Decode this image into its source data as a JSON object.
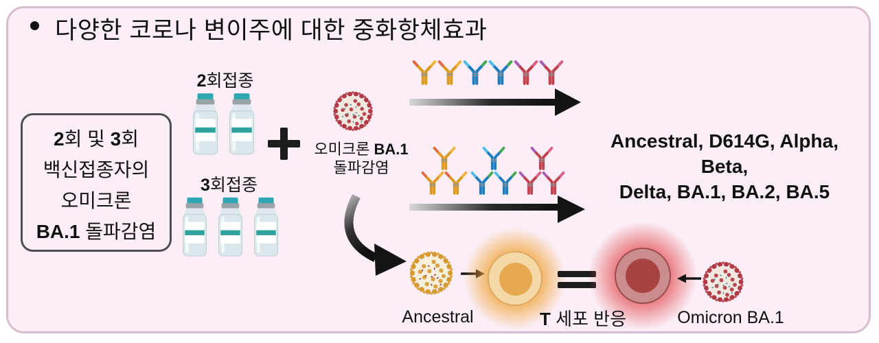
{
  "colors": {
    "page_bg": "#ffffff",
    "panel_bg": "#fbeef7",
    "panel_border": "#d9bcd0",
    "text": "#111111",
    "box_border": "#4d4d4d",
    "arrow": "#141414",
    "vial": {
      "cap": "#2fa7b3",
      "cap_band": "#9aa4a7",
      "body": "#dbe7ea",
      "body_edge": "#b9cdd3",
      "label": "#ffffff",
      "band": "#2ea29e"
    },
    "antibody": {
      "orange": {
        "body": "#dd9a20",
        "tip_left": "#e06a45",
        "tip_right": "#efb43c",
        "hinge": "#8d9298"
      },
      "blue": {
        "body": "#1f7dbe",
        "tip_left": "#52bbe8",
        "tip_right": "#46a757",
        "hinge": "#8d9298"
      },
      "red": {
        "body": "#c2414e",
        "tip_left": "#a85fb4",
        "tip_right": "#d96084",
        "hinge": "#8d9298"
      }
    },
    "virus": {
      "omicron": {
        "body": "#f3e8df",
        "spike": "#b13a44",
        "dot": "#3e95a0"
      },
      "ancestral": {
        "body": "#f6efdc",
        "spike": "#d79a2e",
        "dot": "#923b52"
      }
    },
    "cell": {
      "orange": {
        "glow": "#f0a63c",
        "outer": "#f4d9a6",
        "outer_border": "#dda75f",
        "inner": "#e7a94f"
      },
      "red": {
        "glow": "#e25252",
        "outer": "#cb8c8d",
        "outer_border": "#9c4b4c",
        "inner": "#a74442"
      }
    }
  },
  "title": {
    "bullet": "•",
    "text": "다양한 코로나 변이주에 대한 중화항체효과"
  },
  "left_box": {
    "lines": [
      [
        {
          "t": "2",
          "b": 1
        },
        {
          "t": "회 및 ",
          "b": 0
        },
        {
          "t": "3",
          "b": 1
        },
        {
          "t": "회",
          "b": 0
        }
      ],
      [
        {
          "t": "백신접종자의",
          "b": 0
        }
      ],
      [
        {
          "t": "오미크론",
          "b": 0
        }
      ],
      [
        {
          "t": "BA.1",
          "b": 1
        },
        {
          "t": " 돌파감염",
          "b": 0
        }
      ]
    ]
  },
  "vaccine_2dose": {
    "label": [
      {
        "t": "2",
        "b": 1
      },
      {
        "t": "회접종",
        "b": 0
      }
    ],
    "vial_count": 2
  },
  "vaccine_3dose": {
    "label": [
      {
        "t": "3",
        "b": 1
      },
      {
        "t": "회접종",
        "b": 0
      }
    ],
    "vial_count": 3
  },
  "breakthrough": {
    "line1": [
      {
        "t": "오미크론 ",
        "b": 0
      },
      {
        "t": "BA.1",
        "b": 1
      }
    ],
    "line2": [
      {
        "t": "돌파감염",
        "b": 0
      }
    ]
  },
  "antibody_rows": {
    "row1": [
      "orange",
      "orange",
      "blue",
      "blue",
      "red",
      "red"
    ],
    "row2": [
      [
        "orange",
        "orange",
        "orange"
      ],
      [
        "blue",
        "blue",
        "blue"
      ],
      [
        "red",
        "red",
        "red"
      ]
    ]
  },
  "variants": {
    "line1": "Ancestral, D614G, Alpha, Beta,",
    "line2": "Delta, BA.1, BA.2, BA.5"
  },
  "bottom": {
    "ancestral_label": "Ancestral",
    "tcell_label": [
      {
        "t": "T",
        "b": 1
      },
      {
        "t": " 세포 반응",
        "b": 0
      }
    ],
    "omicron_label": "Omicron BA.1"
  }
}
